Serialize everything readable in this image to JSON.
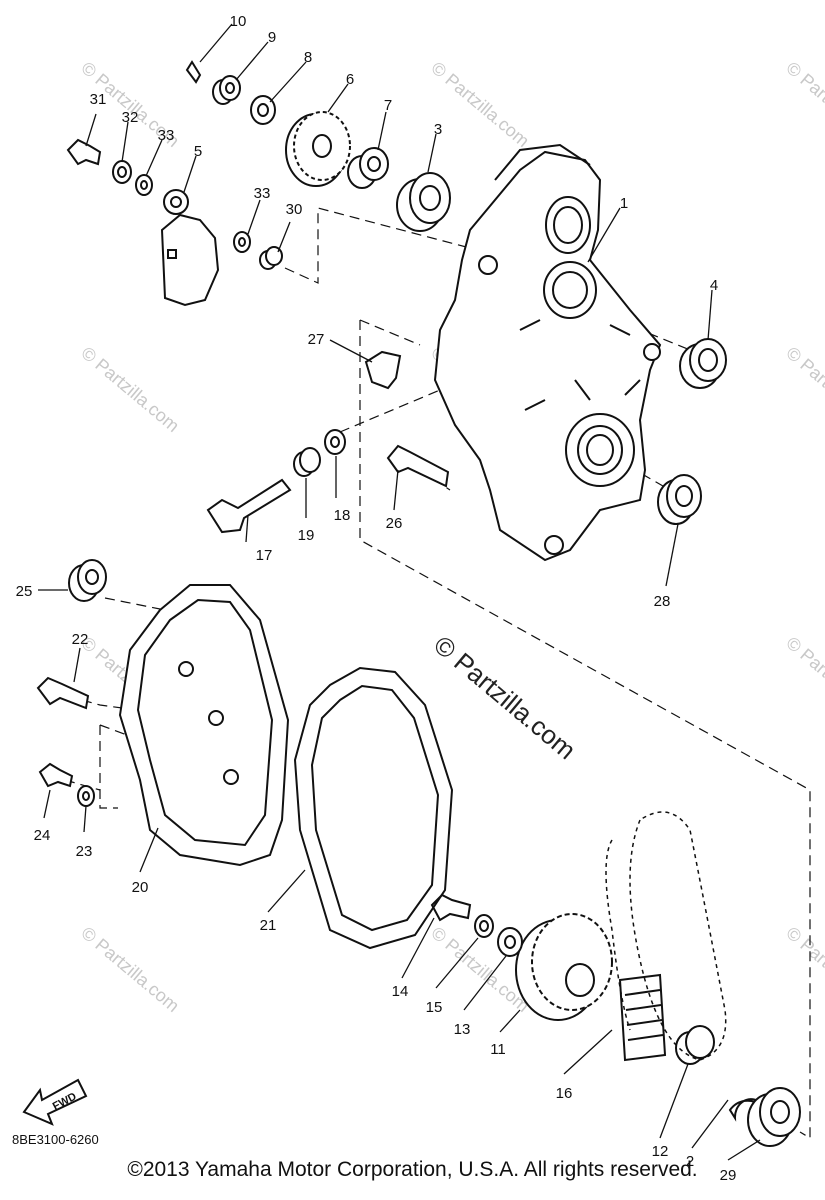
{
  "diagram_code": "8BE3100-6260",
  "copyright": "©2013  Yamaha Motor Corporation, U.S.A. All rights reserved.",
  "watermark_main": "© Partzilla.com",
  "watermark_small": "© Partzilla.com",
  "fwd_label": "FWD",
  "callouts": {
    "c1": "1",
    "c2": "2",
    "c3": "3",
    "c4": "4",
    "c5": "5",
    "c6": "6",
    "c7": "7",
    "c8": "8",
    "c9": "9",
    "c10": "10",
    "c11": "11",
    "c12": "12",
    "c13": "13",
    "c14": "14",
    "c15": "15",
    "c16": "16",
    "c17": "17",
    "c18": "18",
    "c19": "19",
    "c20": "20",
    "c21": "21",
    "c22": "22",
    "c23": "23",
    "c24": "24",
    "c25": "25",
    "c26": "26",
    "c27": "27",
    "c28": "28",
    "c29": "29",
    "c30": "30",
    "c31": "31",
    "c32": "32",
    "c33a": "33",
    "c33b": "33"
  }
}
